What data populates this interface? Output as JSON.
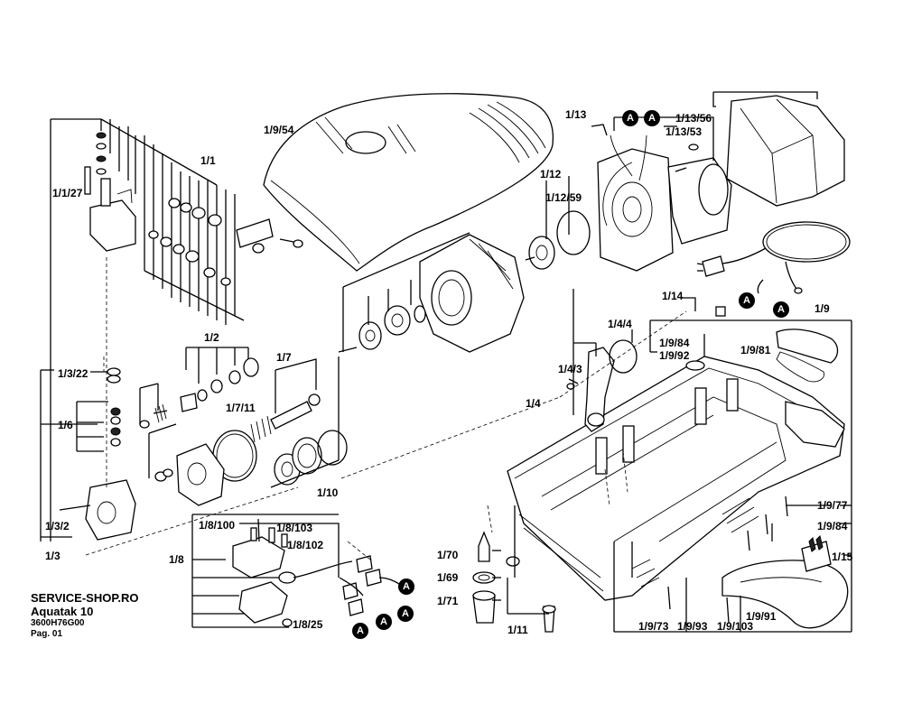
{
  "labels": {
    "p1": "1/1",
    "p1_27": "1/1/27",
    "p1_9_54": "1/9/54",
    "p1_12": "1/12",
    "p1_12_59": "1/12/59",
    "p1_13": "1/13",
    "p1_13_56": "1/13/56",
    "p1_13_53": "1/13/53",
    "p1_14": "1/14",
    "p1_9": "1/9",
    "p1_9_84a": "1/9/84",
    "p1_9_92": "1/9/92",
    "p1_9_81": "1/9/81",
    "p1_4_4": "1/4/4",
    "p1_4_3": "1/4/3",
    "p1_4": "1/4",
    "p1_2": "1/2",
    "p1_7": "1/7",
    "p1_7_11": "1/7/11",
    "p1_3_22": "1/3/22",
    "p1_6": "1/6",
    "p1_10": "1/10",
    "p1_3_2": "1/3/2",
    "p1_3": "1/3",
    "p1_8_100": "1/8/100",
    "p1_8_103": "1/8/103",
    "p1_8_102": "1/8/102",
    "p1_8": "1/8",
    "p1_8_25": "1/8/25",
    "p1_70": "1/70",
    "p1_69": "1/69",
    "p1_71": "1/71",
    "p1_11": "1/11",
    "p1_9_77": "1/9/77",
    "p1_9_84b": "1/9/84",
    "p1_15": "1/15",
    "p1_9_73": "1/9/73",
    "p1_9_93": "1/9/93",
    "p1_9_103": "1/9/103",
    "p1_9_91": "1/9/91"
  },
  "marker_letter": "A",
  "info": {
    "shop": "SERVICE-SHOP.RO",
    "model": "Aquatak 10",
    "code": "3600H76G00",
    "page": "Pag. 01"
  }
}
